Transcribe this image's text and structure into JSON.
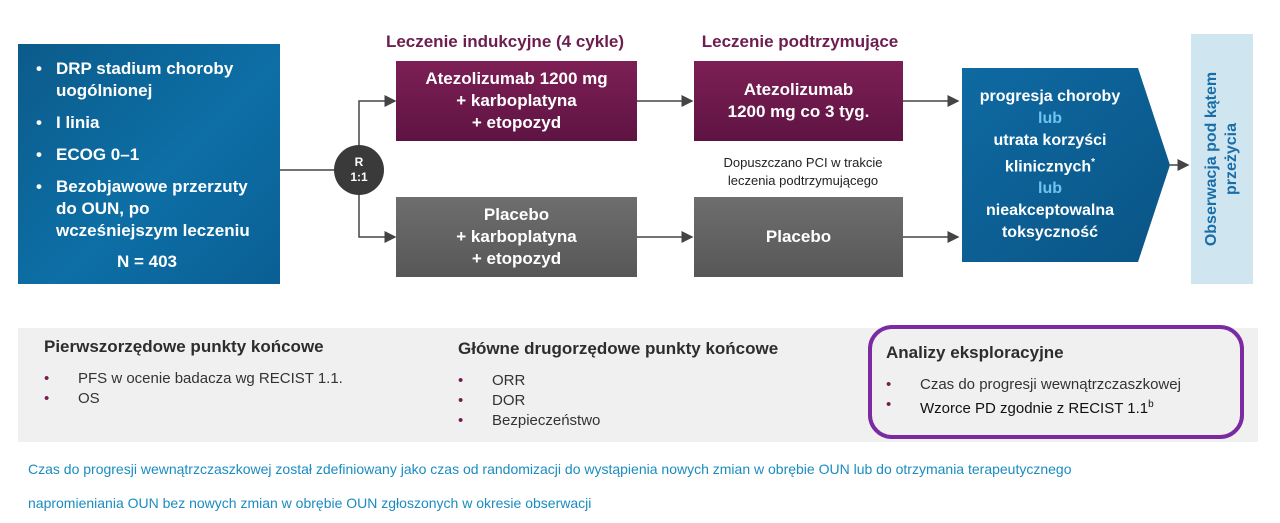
{
  "population": {
    "items": [
      "DRP stadium choroby uogólnionej",
      "I linia",
      "ECOG 0–1",
      "Bezobjawowe przerzuty do OUN, po wcześniejszym leczeniu"
    ],
    "n": "N = 403"
  },
  "randomization": {
    "line1": "R",
    "line2": "1:1"
  },
  "phases": {
    "induction": "Leczenie indukcyjne (4 cykle)",
    "maintenance": "Leczenie podtrzymujące"
  },
  "arms": {
    "atezo_induction": [
      "Atezolizumab 1200 mg",
      "+ karboplatyna",
      "+ etopozyd"
    ],
    "atezo_maintenance": [
      "Atezolizumab",
      "1200 mg co 3 tyg."
    ],
    "placebo_induction": [
      "Placebo",
      "+ karboplatyna",
      "+ etopozyd"
    ],
    "placebo_maintenance": [
      "Placebo"
    ]
  },
  "pci_note": [
    "Dopuszczano PCI w trakcie",
    "leczenia podtrzymującego"
  ],
  "outcome": {
    "line1": "progresja choroby",
    "or1": "lub",
    "line2a": "utrata korzyści",
    "line2b": "klinicznych",
    "star": "*",
    "or2": "lub",
    "line3a": "nieakceptowalna",
    "line3b": "toksyczność"
  },
  "survival": "Obserwacja pod kątem przeżycia",
  "endpoints": {
    "primary": {
      "title": "Pierwszorzędowe punkty końcowe",
      "items": [
        "PFS w ocenie badacza wg RECIST 1.1.",
        "OS"
      ]
    },
    "secondary": {
      "title": "Główne drugorzędowe punkty końcowe",
      "items": [
        "ORR",
        "DOR",
        "Bezpieczeństwo"
      ]
    },
    "exploratory": {
      "title": "Analizy eksploracyjne",
      "item1": "Czas do progresji wewnątrzczaszkowej",
      "item2": "Wzorce PD zgodnie z RECIST 1.1",
      "item2_sup": "b"
    }
  },
  "footnote": {
    "line1": "Czas do progresji wewnątrzczaszkowej został zdefiniowany jako czas od randomizacji do wystąpienia nowych zmian w obrębie OUN lub do otrzymania terapeutycznego",
    "line2": "napromieniania OUN bez nowych zmian w obrębie OUN zgłoszonych w okresie obserwacji"
  },
  "colors": {
    "population_blue": "#0b5b8a",
    "arm_purple": "#6b1849",
    "arm_gray": "#636363",
    "outcome_blue": "#0d5f93",
    "highlight_purple": "#7b2aa1",
    "lub_blue": "#6ec3ef",
    "footnote_blue": "#1a8cc0"
  }
}
